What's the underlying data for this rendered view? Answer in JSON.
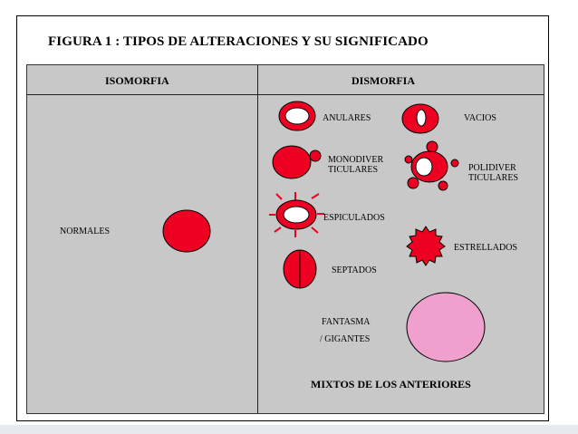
{
  "figure": {
    "title": "FIGURA  1 : TIPOS DE ALTERACIONES Y SU SIGNIFICADO"
  },
  "columns": {
    "left_header": "ISOMORFIA",
    "right_header": "DISMORFIA"
  },
  "labels": {
    "normales": "NORMALES",
    "anulares": "ANULARES",
    "vacios": "VACIOS",
    "monodiver_1": "MONODIVER",
    "monodiver_2": "TICULARES",
    "polidiver_1": "POLIDIVER",
    "polidiver_2": "TICULARES",
    "espiculados": "ESPICULADOS",
    "estrellados": "ESTRELLADOS",
    "septados": "SEPTADOS",
    "fantasma_1": "FANTASMA",
    "fantasma_2": "/ GIGANTES",
    "mixtos": "MIXTOS DE LOS ANTERIORES"
  },
  "colors": {
    "cell_red": "#ee0022",
    "ghost_pink": "#f0a0cc",
    "panel_gray": "#c8c8c8"
  }
}
